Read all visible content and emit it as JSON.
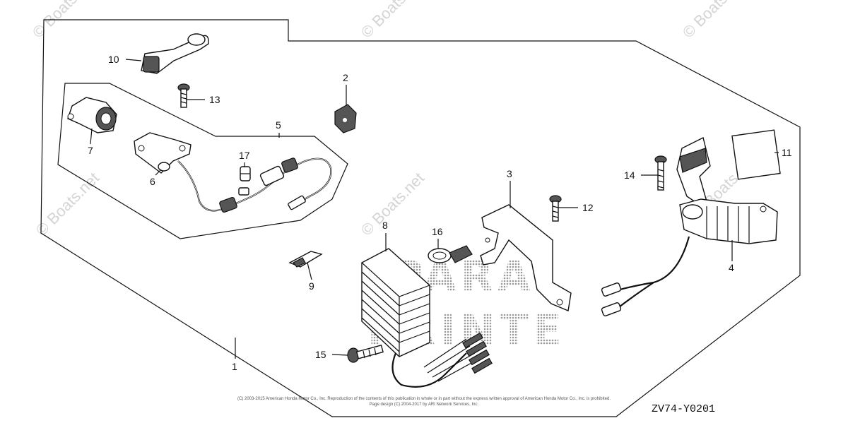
{
  "diagram": {
    "watermarks": [
      "© Boats.net",
      "© Boats.net",
      "© Boats.net",
      "© Boats.net",
      "© Boats.net",
      "© Boats.net"
    ],
    "logo_line1": "PARA",
    "logo_line2": "PRINTE",
    "callouts": [
      {
        "id": "c1",
        "label": "1"
      },
      {
        "id": "c2",
        "label": "2"
      },
      {
        "id": "c3",
        "label": "3"
      },
      {
        "id": "c4",
        "label": "4"
      },
      {
        "id": "c5",
        "label": "5"
      },
      {
        "id": "c6",
        "label": "6"
      },
      {
        "id": "c7",
        "label": "7"
      },
      {
        "id": "c8",
        "label": "8"
      },
      {
        "id": "c9",
        "label": "9"
      },
      {
        "id": "c10",
        "label": "10"
      },
      {
        "id": "c11",
        "label": "11"
      },
      {
        "id": "c12",
        "label": "12"
      },
      {
        "id": "c13",
        "label": "13"
      },
      {
        "id": "c14",
        "label": "14"
      },
      {
        "id": "c15",
        "label": "15"
      },
      {
        "id": "c16",
        "label": "16"
      },
      {
        "id": "c17",
        "label": "17"
      }
    ],
    "diagram_code": "ZV74-Y0201",
    "copyright_line1": "(C) 2003-2015 American Honda Motor Co., Inc. Reproduction of the contents of this publication in whole or in part without the express written approval of American Honda Motor Co., Inc. is prohibited.",
    "copyright_line2": "Page design (C) 2004-2017 by ARI Network Services, Inc."
  }
}
